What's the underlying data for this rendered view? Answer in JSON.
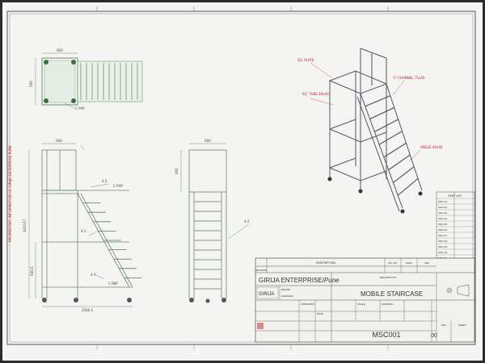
{
  "company": "GIRIJA ENTERPRISE",
  "company_city": "Pune",
  "logo_text": "GIRIJA",
  "description_header": "DESCRIPTION",
  "drawing_title": "MOBILE STAIRCASE",
  "drawing_number": "MSC001",
  "revision": "00",
  "rev_header": "REV",
  "sheet_header": "SHEET",
  "top_view": {
    "width_label": "600",
    "height_label": "500",
    "callout": "C PVP"
  },
  "side_view": {
    "top_width": "600",
    "total_height": "2410.67",
    "lower_height": "640.5",
    "base_length": "1560.5",
    "callouts": [
      "4.2",
      "C PVP",
      "4.2",
      "4.7",
      "C PVP"
    ]
  },
  "front_view": {
    "top_width": "600",
    "top_height": "600",
    "callouts": [
      "4.2"
    ]
  },
  "iso_labels": {
    "sq_plate": "SQ. PLATE",
    "sq_tube": "SQ. TUBE 40x40",
    "channel": "'C' CHANNEL 75x40",
    "angle": "ANGLE 40x40"
  },
  "side_note": "PROPRIETARY INFORMATION OF GIRIJA ENTERPRISE PUNE",
  "title_block": {
    "rev_headers": [
      "REVISION",
      "DESCRIPTION",
      "DR. NO.",
      "DATE",
      "CHK"
    ],
    "row_labels": [
      "DRAWN",
      "CHECKED",
      "APPROVED",
      "SCALE",
      "MATERIAL",
      "DATE"
    ]
  },
  "bom": {
    "header": "PART LIST",
    "rows": [
      "MSC-01",
      "MSC-02",
      "MSC-03",
      "MSC-04",
      "MSC-05",
      "MSC-06",
      "MSC-07",
      "MSC-08",
      "MSC-09",
      "MSC-10",
      "MSC-11",
      "MSC-12",
      "MSC-13"
    ]
  }
}
